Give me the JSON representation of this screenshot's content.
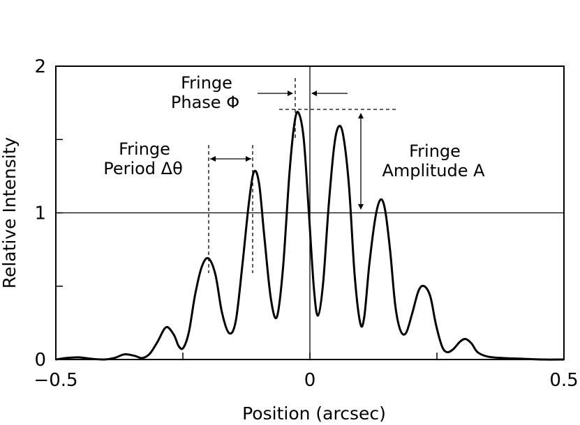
{
  "chart_data": {
    "type": "line",
    "title": "",
    "xlabel": "Position (arcsec)",
    "ylabel": "Relative Intensity",
    "xlim": [
      -0.5,
      0.5
    ],
    "ylim": [
      0,
      2
    ],
    "x_ticks": [
      -0.5,
      0,
      0.5
    ],
    "x_tick_labels": [
      "−0.5",
      "0",
      "0.5"
    ],
    "x_minor_ticks": [
      -0.25,
      0.25
    ],
    "y_ticks": [
      0,
      1,
      2
    ],
    "y_tick_labels": [
      "0",
      "1",
      "2"
    ],
    "y_minor_ticks": [
      0.5,
      1.5
    ],
    "reference_lines": {
      "x": 0,
      "y": 1
    },
    "grid": false,
    "legend": "none",
    "series": [
      {
        "points": [
          [
            -0.5,
            0.0
          ],
          [
            -0.48,
            0.01
          ],
          [
            -0.455,
            0.015
          ],
          [
            -0.43,
            0.005
          ],
          [
            -0.405,
            0.0
          ],
          [
            -0.385,
            0.01
          ],
          [
            -0.365,
            0.035
          ],
          [
            -0.345,
            0.025
          ],
          [
            -0.33,
            0.01
          ],
          [
            -0.315,
            0.04
          ],
          [
            -0.3,
            0.12
          ],
          [
            -0.283,
            0.22
          ],
          [
            -0.268,
            0.17
          ],
          [
            -0.258,
            0.09
          ],
          [
            -0.249,
            0.08
          ],
          [
            -0.238,
            0.19
          ],
          [
            -0.226,
            0.44
          ],
          [
            -0.213,
            0.63
          ],
          [
            -0.2,
            0.69
          ],
          [
            -0.186,
            0.58
          ],
          [
            -0.173,
            0.32
          ],
          [
            -0.159,
            0.18
          ],
          [
            -0.146,
            0.26
          ],
          [
            -0.133,
            0.64
          ],
          [
            -0.12,
            1.07
          ],
          [
            -0.11,
            1.28
          ],
          [
            -0.1,
            1.2
          ],
          [
            -0.09,
            0.85
          ],
          [
            -0.077,
            0.42
          ],
          [
            -0.065,
            0.29
          ],
          [
            -0.053,
            0.62
          ],
          [
            -0.04,
            1.28
          ],
          [
            -0.03,
            1.62
          ],
          [
            -0.022,
            1.68
          ],
          [
            -0.012,
            1.5
          ],
          [
            -0.002,
            1.0
          ],
          [
            0.008,
            0.48
          ],
          [
            0.016,
            0.3
          ],
          [
            0.026,
            0.52
          ],
          [
            0.037,
            1.05
          ],
          [
            0.048,
            1.46
          ],
          [
            0.057,
            1.59
          ],
          [
            0.066,
            1.52
          ],
          [
            0.077,
            1.18
          ],
          [
            0.088,
            0.58
          ],
          [
            0.099,
            0.25
          ],
          [
            0.107,
            0.29
          ],
          [
            0.117,
            0.65
          ],
          [
            0.129,
            0.97
          ],
          [
            0.139,
            1.09
          ],
          [
            0.148,
            1.02
          ],
          [
            0.158,
            0.74
          ],
          [
            0.168,
            0.37
          ],
          [
            0.178,
            0.2
          ],
          [
            0.189,
            0.18
          ],
          [
            0.201,
            0.31
          ],
          [
            0.214,
            0.47
          ],
          [
            0.225,
            0.5
          ],
          [
            0.237,
            0.43
          ],
          [
            0.248,
            0.24
          ],
          [
            0.26,
            0.09
          ],
          [
            0.27,
            0.05
          ],
          [
            0.282,
            0.07
          ],
          [
            0.295,
            0.12
          ],
          [
            0.306,
            0.14
          ],
          [
            0.318,
            0.11
          ],
          [
            0.33,
            0.05
          ],
          [
            0.35,
            0.02
          ],
          [
            0.38,
            0.01
          ],
          [
            0.42,
            0.005
          ],
          [
            0.46,
            0.0
          ],
          [
            0.5,
            0.0
          ]
        ]
      }
    ],
    "annotations": [
      {
        "id": "phase",
        "lines": [
          "Fringe",
          "Phase Φ"
        ]
      },
      {
        "id": "period",
        "lines": [
          "Fringe",
          "Period Δθ"
        ]
      },
      {
        "id": "amplitude",
        "lines": [
          "Fringe",
          "Amplitude A"
        ]
      }
    ]
  }
}
